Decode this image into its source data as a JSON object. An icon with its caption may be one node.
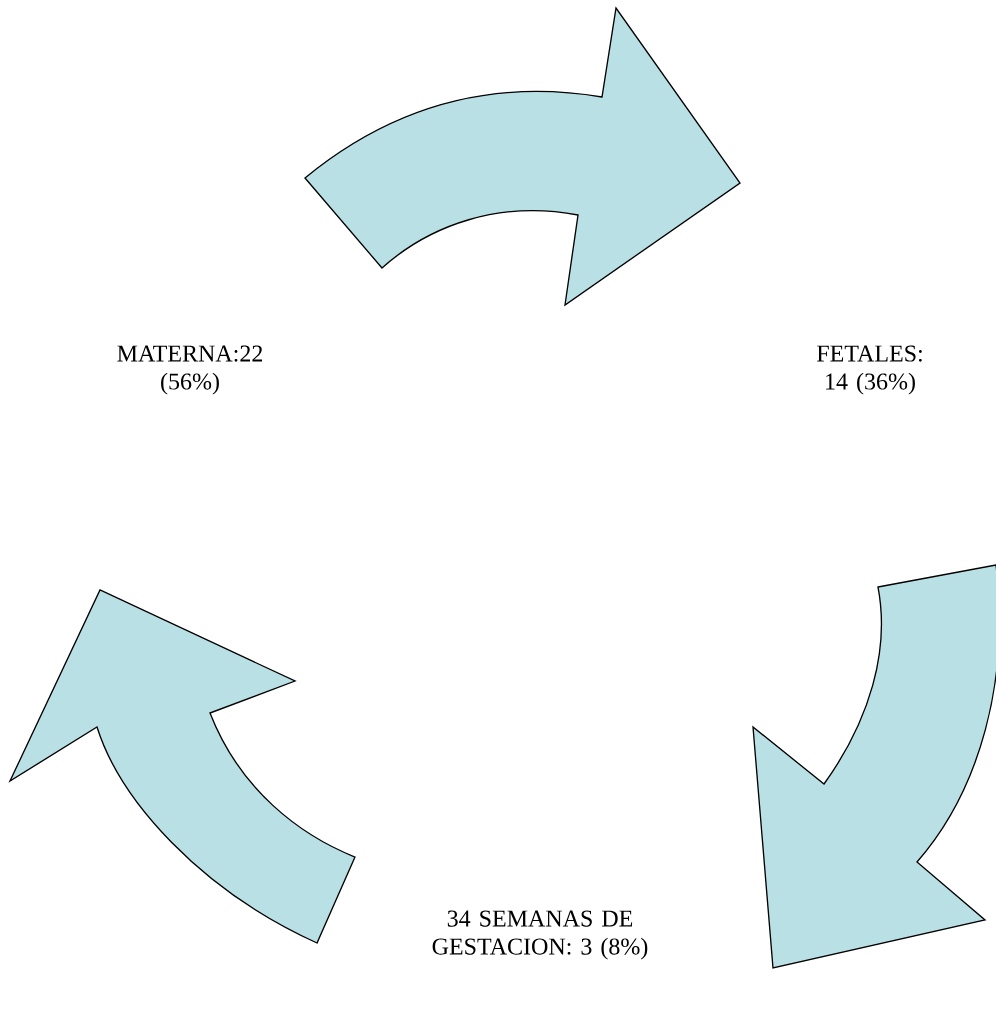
{
  "diagram": {
    "nodes": [
      {
        "text": [
          "MATERNA:22 (56%)"
        ]
      },
      {
        "text": [
          "FETALES: 14 (36%)"
        ]
      },
      {
        "text": [
          "34 SEMANAS DE GESTACION: 3 (8%)"
        ]
      }
    ],
    "edges": [
      {
        "from": 0,
        "to": 1,
        "arrow": "to"
      },
      {
        "from": 1,
        "to": 2,
        "arrow": "to"
      },
      {
        "from": 2,
        "to": 0,
        "arrow": "to"
      }
    ]
  }
}
